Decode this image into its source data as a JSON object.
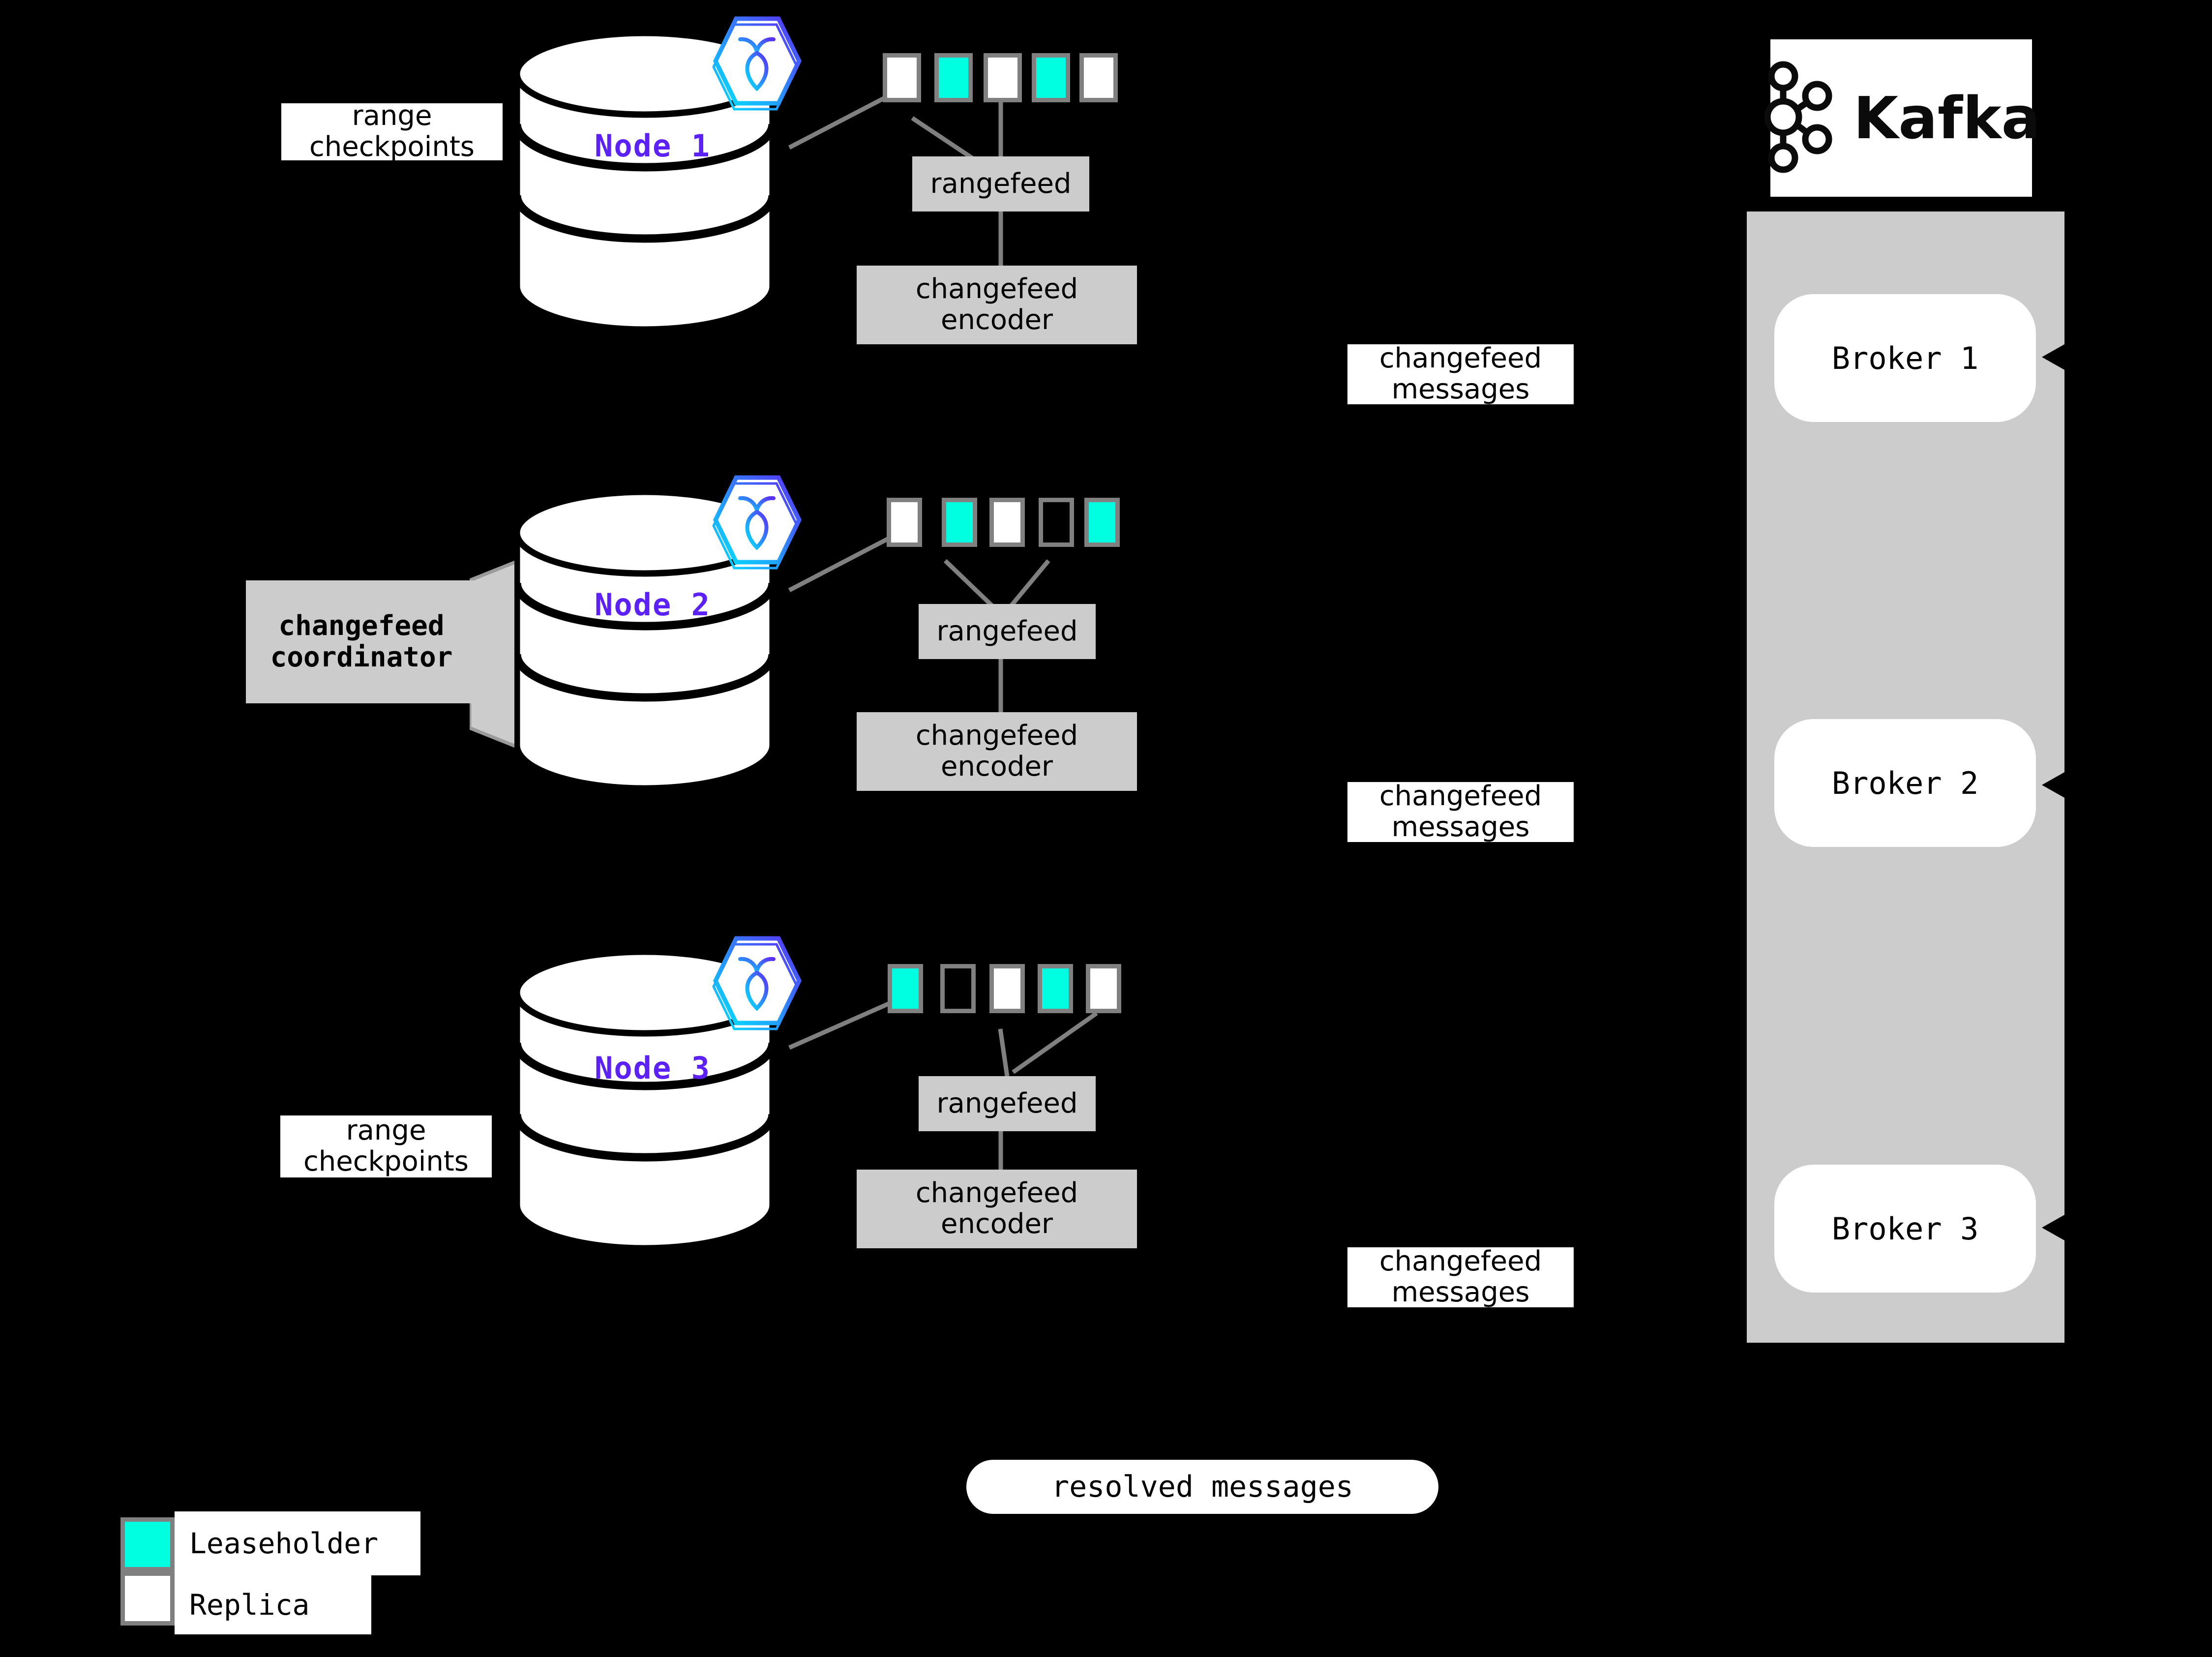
{
  "diagram": {
    "title": "CockroachDB changefeed to Kafka architecture",
    "background_color": "#000000",
    "accent_color": "#5c21f5",
    "leaseholder_color": "#00ffe0",
    "replica_color": "#ffffff",
    "box_color": "#cccccc",
    "line_color": "#808080"
  },
  "nodes": [
    {
      "id": "node-1",
      "label": "Node 1",
      "logo_icon": "cockroachdb-hexagon-icon",
      "ranges": [
        {
          "type": "replica"
        },
        {
          "type": "leaseholder"
        },
        {
          "type": "replica"
        },
        {
          "type": "leaseholder"
        },
        {
          "type": "replica"
        }
      ],
      "rangefeed_label": "rangefeed",
      "encoder_label_line1": "changefeed",
      "encoder_label_line2": "encoder",
      "checkpoint_label_line1": "range",
      "checkpoint_label_line2": "checkpoints",
      "messages_label_line1": "changefeed",
      "messages_label_line2": "messages"
    },
    {
      "id": "node-2",
      "label": "Node 2",
      "logo_icon": "cockroachdb-hexagon-icon",
      "ranges": [
        {
          "type": "replica"
        },
        {
          "type": "leaseholder"
        },
        {
          "type": "replica"
        },
        {
          "type": "empty"
        },
        {
          "type": "leaseholder"
        }
      ],
      "rangefeed_label": "rangefeed",
      "encoder_label_line1": "changefeed",
      "encoder_label_line2": "encoder",
      "coordinator_label_line1": "changefeed",
      "coordinator_label_line2": "coordinator",
      "messages_label_line1": "changefeed",
      "messages_label_line2": "messages"
    },
    {
      "id": "node-3",
      "label": "Node 3",
      "logo_icon": "cockroachdb-hexagon-icon",
      "ranges": [
        {
          "type": "leaseholder"
        },
        {
          "type": "empty"
        },
        {
          "type": "replica"
        },
        {
          "type": "leaseholder"
        },
        {
          "type": "replica"
        }
      ],
      "rangefeed_label": "rangefeed",
      "encoder_label_line1": "changefeed",
      "encoder_label_line2": "encoder",
      "checkpoint_label_line1": "range",
      "checkpoint_label_line2": "checkpoints",
      "messages_label_line1": "changefeed",
      "messages_label_line2": "messages"
    }
  ],
  "kafka": {
    "logo_icon": "kafka-logo-icon",
    "wordmark": "Kafka",
    "brokers": [
      {
        "label": "Broker 1"
      },
      {
        "label": "Broker 2"
      },
      {
        "label": "Broker 3"
      }
    ]
  },
  "resolved": {
    "label": "resolved messages"
  },
  "legend": [
    {
      "swatch": "leaseholder",
      "label": "Leaseholder"
    },
    {
      "swatch": "replica",
      "label": "Replica"
    }
  ]
}
